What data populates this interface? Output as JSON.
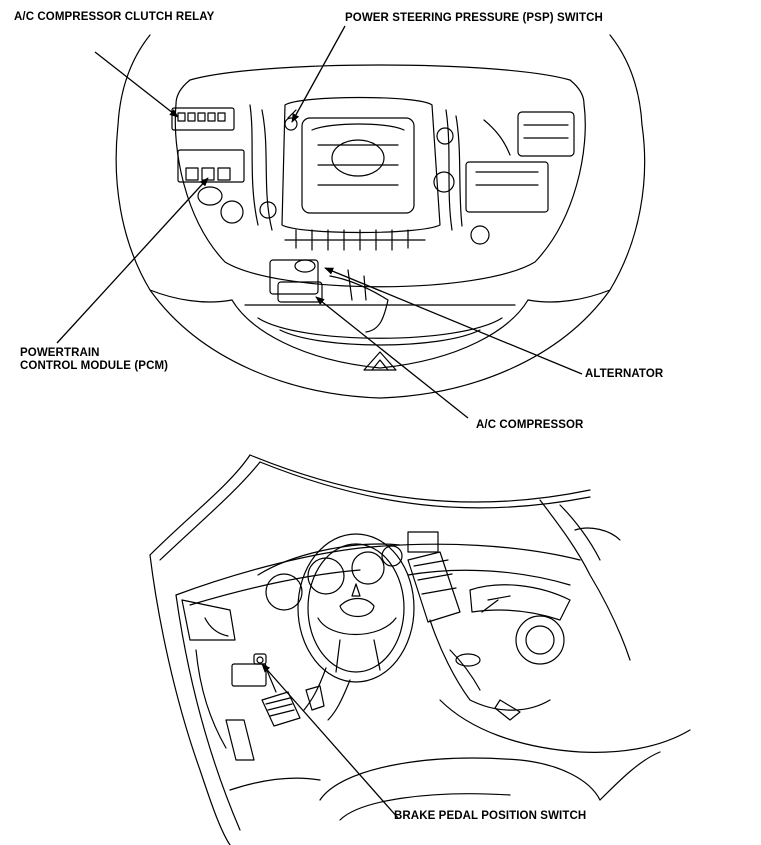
{
  "engine_view": {
    "labels": {
      "ac_relay": "A/C COMPRESSOR CLUTCH RELAY",
      "psp_switch": "POWER STEERING PRESSURE (PSP) SWITCH",
      "pcm_line1": "POWERTRAIN",
      "pcm_line2": "CONTROL MODULE (PCM)",
      "alternator": "ALTERNATOR",
      "ac_compressor": "A/C COMPRESSOR"
    }
  },
  "cabin_view": {
    "labels": {
      "brake_switch": "BRAKE PEDAL POSITION SWITCH"
    }
  }
}
